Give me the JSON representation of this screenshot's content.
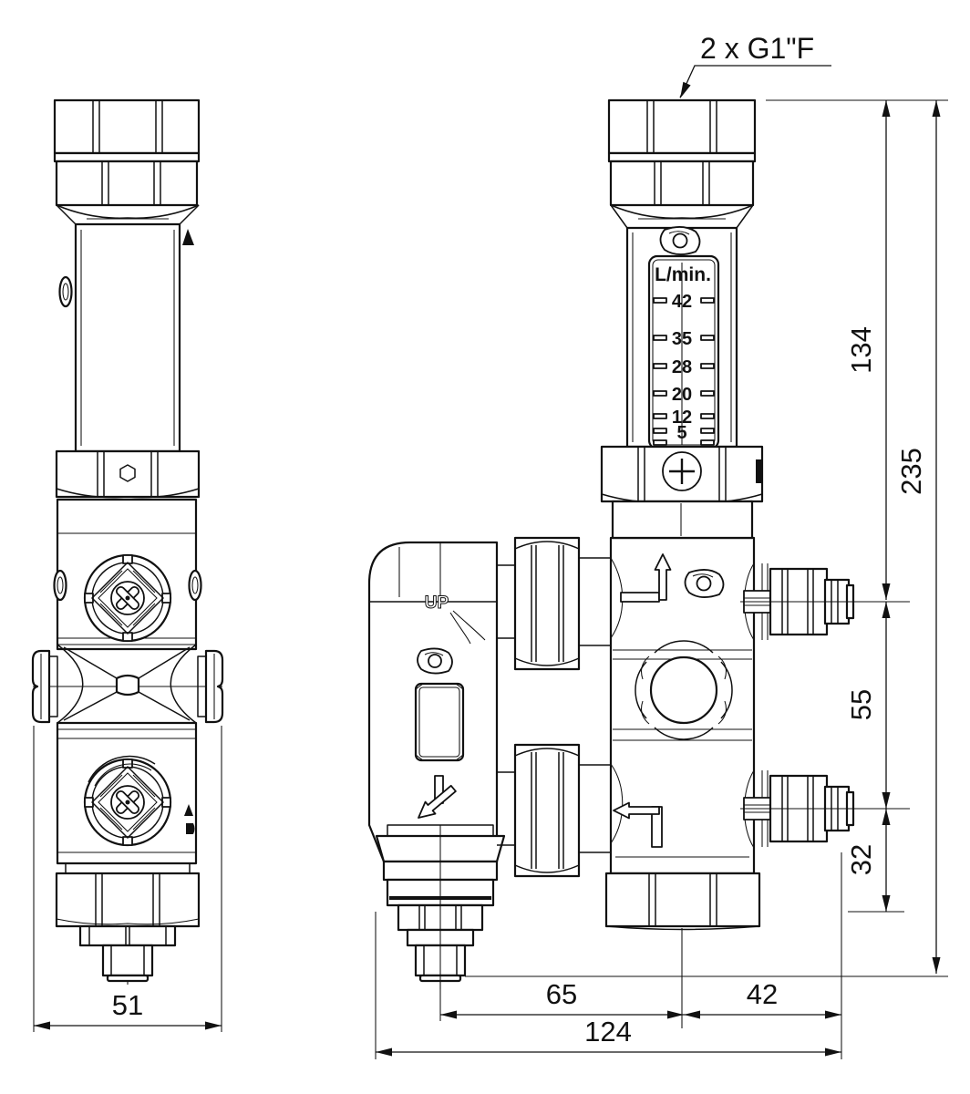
{
  "drawing": {
    "background": "#ffffff",
    "line_color": "#111111",
    "port_note": "2 x G1\"F",
    "flow_meter": {
      "unit": "L/min.",
      "scale_values": [
        "42",
        "35",
        "28",
        "20",
        "12",
        "5"
      ]
    },
    "right_view": {
      "up_label": "UP"
    },
    "dimensions": {
      "left_view_width": "51",
      "top_to_upper_drain": "134",
      "overall_height": "235",
      "drain_port_spacing": "55",
      "lower_drain_to_bottom": "32",
      "bottom_outlet_to_meter_axis": "65",
      "meter_axis_to_drain_face": "42",
      "overall_width": "124"
    }
  }
}
